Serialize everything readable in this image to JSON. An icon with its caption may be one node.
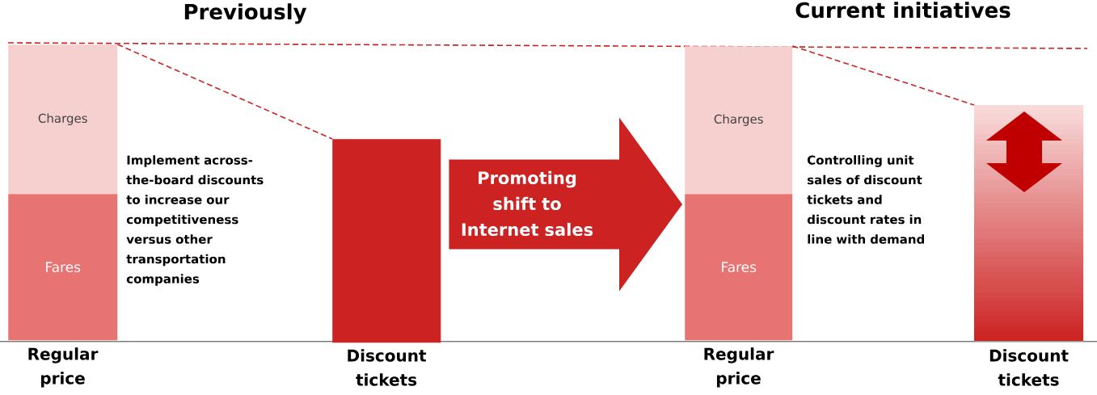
{
  "diagram": {
    "nodes": [
      {
        "text": [
          "Charges"
        ]
      },
      {
        "text": [
          "Fares"
        ],
        "beside": [
          "Regular price"
        ]
      },
      {
        "text": [],
        "shape": "bar",
        "beside": [
          "Discount tickets"
        ]
      },
      {
        "text": [
          "Charges"
        ]
      },
      {
        "text": [
          "Fares"
        ],
        "beside": [
          "Regular price"
        ]
      },
      {
        "text": [],
        "shape": "bar",
        "beside": [
          "Discount tickets"
        ]
      }
    ],
    "edges": [
      {
        "from": 0,
        "to": 2,
        "arrow": "none",
        "style": "dashed"
      },
      {
        "from": 2,
        "to": 3,
        "arrow": "to",
        "style": "thick",
        "label": "Promoting shift to Internet sales"
      },
      {
        "from": 3,
        "to": 5,
        "arrow": "none",
        "style": "dashed"
      }
    ],
    "labels": [
      "Previously",
      "Current initiatives",
      "Implement across-the-board discounts to increase our competitiveness versus other transportation companies",
      "Controlling unit sales of discount tickets and discount rates in line with demand"
    ]
  }
}
